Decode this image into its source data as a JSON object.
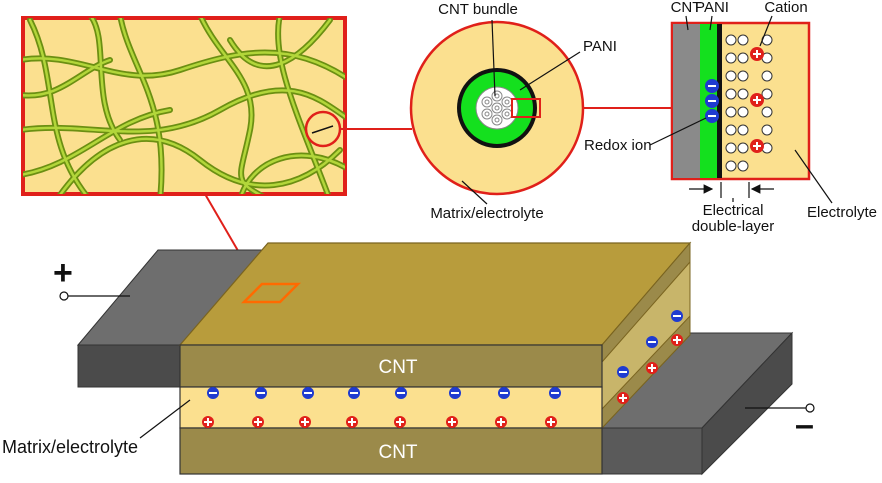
{
  "labels": {
    "cnt_bundle": "CNT bundle",
    "pani_mid": "PANI",
    "cnt_top": "CNT",
    "pani_top": "PANI",
    "cation": "Cation",
    "redox_ion": "Redox ion",
    "matrix_electrolyte_mid": "Matrix/electrolyte",
    "electrical_double_layer_1": "Electrical",
    "electrical_double_layer_2": "double-layer",
    "electrolyte": "Electrolyte",
    "cnt_layer_top": "CNT",
    "cnt_layer_bottom": "CNT",
    "matrix_electrolyte_bottom": "Matrix/electrolyte",
    "plus_sign": "+",
    "minus_sign": "–"
  },
  "colors": {
    "border_red": "#e0201a",
    "matrix_yellow": "#fbe08f",
    "fiber_green": "#7ab828",
    "pani_green": "#14e01e",
    "cnt_layer": "#9b8a4a",
    "cnt_top_face": "#b89c3c",
    "electrode_gray": "#5a5a5a",
    "anion_blue": "#1f3bd0",
    "cation_red": "#e0201a",
    "highlight_orange": "#ff6a00"
  },
  "icons": [
    "anion-minus-icon",
    "cation-plus-icon",
    "arrow-icon"
  ]
}
